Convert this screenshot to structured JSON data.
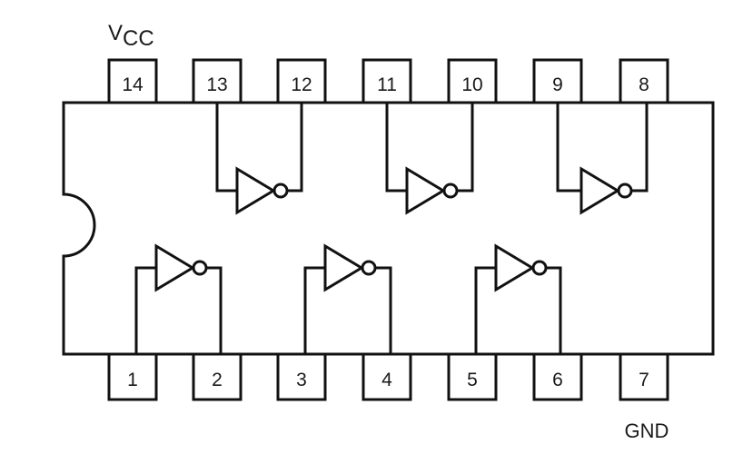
{
  "power": {
    "vcc_main": "V",
    "vcc_sub": "CC",
    "gnd": "GND"
  },
  "pins": {
    "top": [
      "14",
      "13",
      "12",
      "11",
      "10",
      "9",
      "8"
    ],
    "bottom": [
      "1",
      "2",
      "3",
      "4",
      "5",
      "6",
      "7"
    ]
  },
  "colors": {
    "line": "#111111",
    "background": "#ffffff"
  }
}
